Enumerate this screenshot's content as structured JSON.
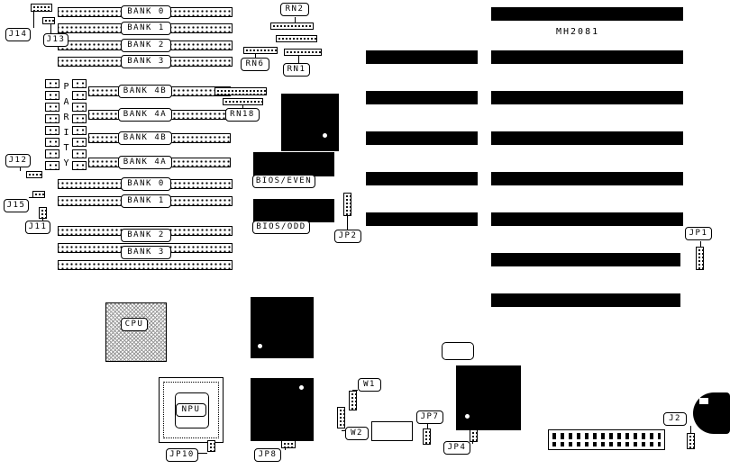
{
  "board": {
    "model": "MH2081"
  },
  "labels": {
    "j14": "J14",
    "j13": "J13",
    "j12": "J12",
    "j15": "J15",
    "j11": "J11",
    "rn2": "RN2",
    "rn6": "RN6",
    "rn1": "RN1",
    "rn18": "RN18",
    "bios_even": "BIOS/EVEN",
    "bios_odd": "BIOS/ODD",
    "jp1": "JP1",
    "jp2": "JP2",
    "jp4": "JP4",
    "jp7": "JP7",
    "jp8": "JP8",
    "jp10": "JP10",
    "w1": "W1",
    "w2": "W2",
    "j2": "J2",
    "cpu": "CPU",
    "npu": "NPU",
    "parity": "PARITY"
  },
  "memory_banks": {
    "top": [
      "BANK 0",
      "BANK 1",
      "BANK 2",
      "BANK 3"
    ],
    "middle": [
      "BANK 4B",
      "BANK 4A",
      "BANK 4B",
      "BANK 4A"
    ],
    "lower": [
      "BANK 0",
      "BANK 1"
    ],
    "bottom": [
      "BANK 2",
      "BANK 3"
    ]
  }
}
